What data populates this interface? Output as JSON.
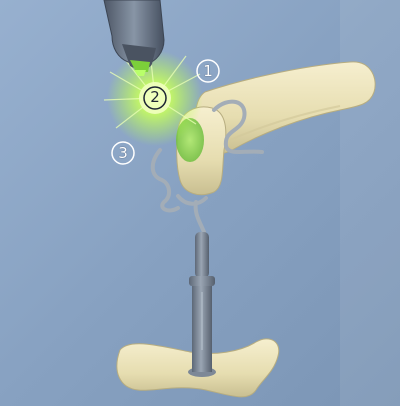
{
  "markers": [
    {
      "id": "1",
      "label": "①"
    },
    {
      "id": "2",
      "label": "②"
    },
    {
      "id": "3",
      "label": "③"
    }
  ],
  "colors": {
    "background_top": "#8fa9c9",
    "background_bottom": "#7f98b8",
    "bone": "#ece4bb",
    "bone_shadow": "#c8bf93",
    "instrument": "#7d8897",
    "glow": "#c9ff6a",
    "wire": "#a3adb7"
  },
  "icons": {
    "handpiece": "surgical-handpiece-icon",
    "glow": "green-light-glow-icon",
    "screw": "bone-screw-icon",
    "plate": "fixation-plate-icon"
  }
}
